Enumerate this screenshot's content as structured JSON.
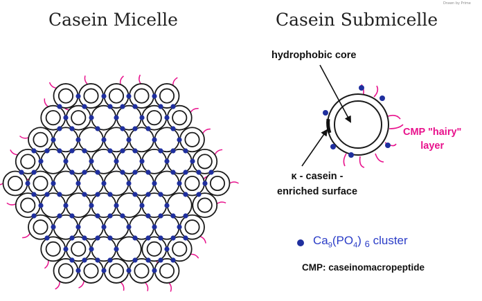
{
  "titles": {
    "micelle": "Casein Micelle",
    "submicelle": "Casein Submicelle"
  },
  "watermark": "Drawn by Prime",
  "labels": {
    "core": "hydrophobic core",
    "kappa_line1": "κ - casein -",
    "kappa_line2": "enriched surface",
    "cmp_line1": "CMP \"hairy\"",
    "cmp_line2": "layer"
  },
  "legend": {
    "ca": "Ca",
    "ca_sub": "9",
    "po": "(PO",
    "po_sub": "4",
    "paren": ")",
    "six": "6",
    "cluster": " cluster"
  },
  "footnote": "CMP: caseinomacropeptide",
  "colors": {
    "hair": "#e8118c",
    "dot": "#1f2f9e",
    "outline": "#1a1a1a",
    "legend_text": "#2a3cc7"
  }
}
